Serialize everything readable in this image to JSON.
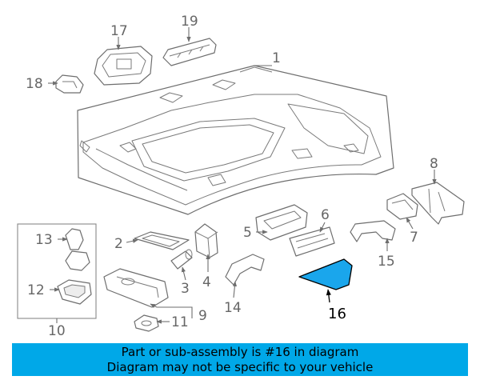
{
  "highlight_color": "#1aa6ec",
  "banner_color": "#00a8e8",
  "callouts": {
    "c1": "1",
    "c2": "2",
    "c3": "3",
    "c4": "4",
    "c5": "5",
    "c6": "6",
    "c7": "7",
    "c8": "8",
    "c9": "9",
    "c10": "10",
    "c11": "11",
    "c12": "12",
    "c13": "13",
    "c14": "14",
    "c15": "15",
    "c16": "16",
    "c17": "17",
    "c18": "18",
    "c19": "19"
  },
  "banner": {
    "line1": "Part or sub-assembly is #16 in diagram",
    "line2": "Diagram may not be specific to your vehicle"
  }
}
